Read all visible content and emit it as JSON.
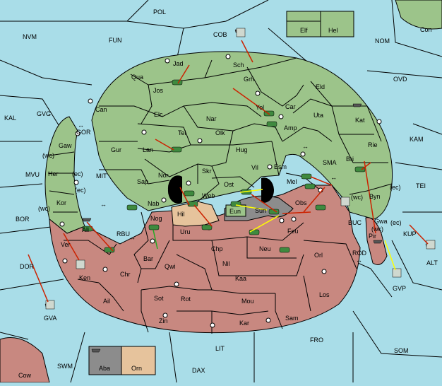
{
  "colors": {
    "sea": "#a9dde8",
    "player_green": "#9cc48a",
    "player_red": "#c88880",
    "neutral_tan": "#e6c39c",
    "grey": "#8c8c8c",
    "move_order": "#cc2200",
    "support_order": "#ffff00",
    "convoy_order": "#22aa22"
  },
  "labels": {
    "sea": [
      "POL",
      "COB",
      "NVM",
      "FUN",
      "NOM",
      "Con",
      "KAL",
      "GVG",
      "OVD",
      "KAM",
      "MVU",
      "TEI",
      "BOR",
      "DOR",
      "KUP",
      "ALT",
      "BUC",
      "ROD",
      "GVP",
      "GVA",
      "LIT",
      "FRO",
      "SOM",
      "SWM",
      "DAX",
      "Cow",
      "SMA",
      "MIT",
      "RBU",
      "GOR"
    ],
    "green": [
      "Elf",
      "Hel",
      "Jad",
      "Sch",
      "Qua",
      "Jos",
      "Grh",
      "Eld",
      "Can",
      "Elc",
      "Nar",
      "Yol",
      "Car",
      "Uta",
      "Kat",
      "Tel",
      "Olk",
      "Amp",
      "Gaw",
      "Lan",
      "Gur",
      "Hug",
      "Rie",
      "Bri",
      "Nor",
      "Skr",
      "Vil",
      "Esm",
      "Sap",
      "Ost",
      "Web",
      "Mel",
      "Her",
      "Kor",
      "Byn"
    ],
    "red": [
      "Nab",
      "Nog",
      "Uru",
      "Feu",
      "Sun",
      "Obs",
      "Ali",
      "Ver",
      "Chp",
      "Neu",
      "Bar",
      "Qwi",
      "Nil",
      "Orl",
      "Gwa",
      "Pir",
      "Ken",
      "Chr",
      "Kaa",
      "Los",
      "Sot",
      "Rot",
      "Mou",
      "Ail",
      "Zin",
      "Kar",
      "Sam"
    ],
    "tan": [
      "Hil",
      "Orn"
    ],
    "grey": [
      "Eun",
      "Aba"
    ],
    "coast": [
      "(wc)",
      "(ec)",
      "(wc)",
      "(ec)",
      "(wc)",
      "(ec)",
      "(wc)",
      "(ec)"
    ],
    "straits": [
      "↔",
      "↔",
      "↔",
      "↔",
      "↔",
      "↔"
    ]
  }
}
